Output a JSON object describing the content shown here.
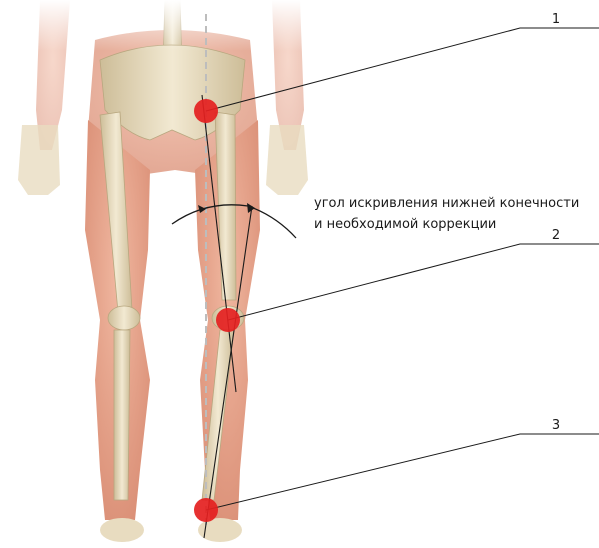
{
  "annotation": {
    "line1": "угол искривления нижней конечности",
    "line2": "и необходимой коррекции"
  },
  "markers": [
    {
      "label": "1",
      "joint": "hip"
    },
    {
      "label": "2",
      "joint": "knee"
    },
    {
      "label": "3",
      "joint": "ankle"
    }
  ],
  "colors": {
    "marker": "#e41f1f",
    "leader_line": "#1a1a1a",
    "bone": "#e8dcc0",
    "skin": "#e7a88f",
    "muscle": "#c97b66",
    "midline_dash": "#bdbdbd"
  }
}
